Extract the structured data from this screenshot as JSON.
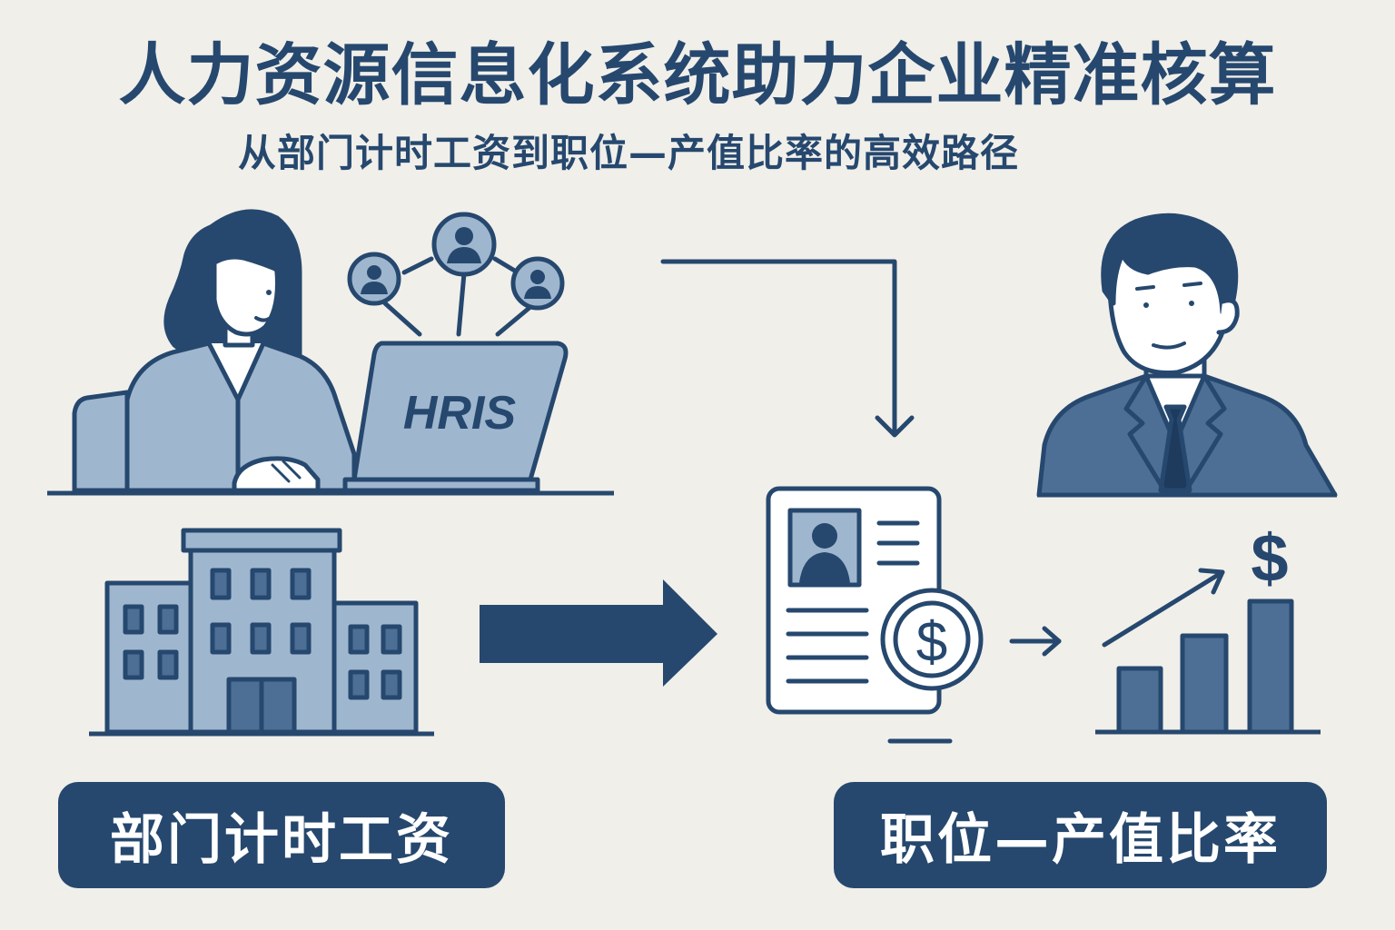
{
  "title": "人力资源信息化系统助力企业精准核算",
  "subtitle": "从部门计时工资到职位—产值比率的高效路径",
  "laptop_label": "HRIS",
  "left_badge": "部门计时工资",
  "right_badge": "职位—产值比率",
  "colors": {
    "navy": "#26486e",
    "dark_navy": "#1e3a5c",
    "light_blue": "#9fb6cf",
    "mid_blue": "#4d6f96",
    "background": "#f1efea"
  },
  "icons": {
    "dollar": "$"
  }
}
